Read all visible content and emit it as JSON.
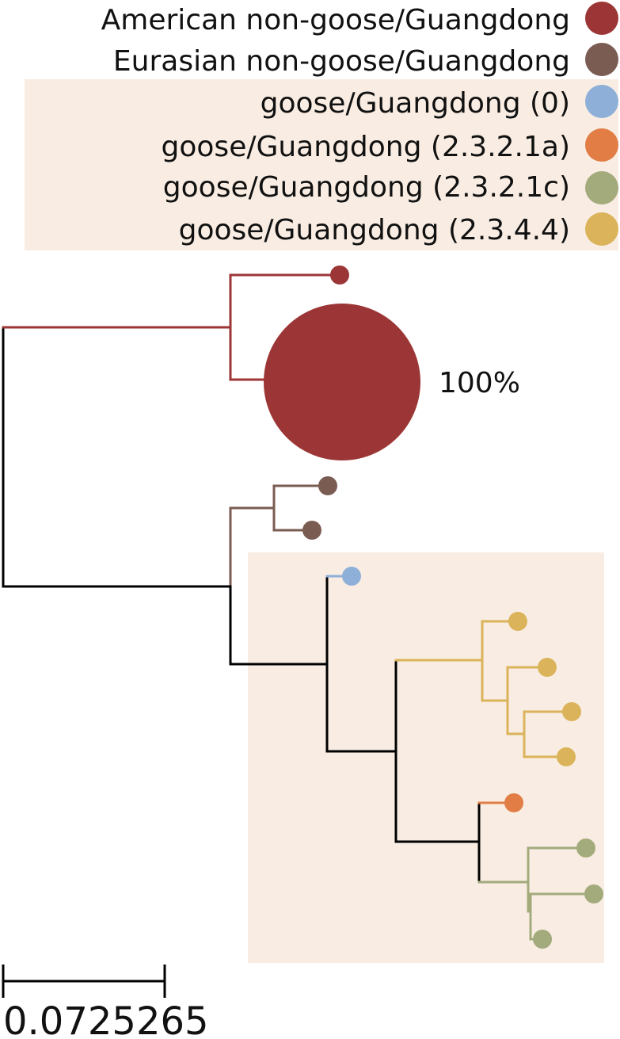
{
  "legend": [
    {
      "label": "American non-goose/Guangdong",
      "color": "#9c3636",
      "highlighted": false
    },
    {
      "label": "Eurasian non-goose/Guangdong",
      "color": "#7a5c52",
      "highlighted": false
    },
    {
      "label": "goose/Guangdong (0)",
      "color": "#8eb0d8",
      "highlighted": true
    },
    {
      "label": "goose/Guangdong (2.3.2.1a)",
      "color": "#e17d45",
      "highlighted": true
    },
    {
      "label": "goose/Guangdong (2.3.2.1c)",
      "color": "#a3ab7d",
      "highlighted": true
    },
    {
      "label": "goose/Guangdong (2.3.4.4)",
      "color": "#dbb35a",
      "highlighted": true
    }
  ],
  "highlight_color": "#f9ede3",
  "tree": {
    "large_node_label": "100%"
  },
  "scale_bar": {
    "label": "0.0725265"
  }
}
